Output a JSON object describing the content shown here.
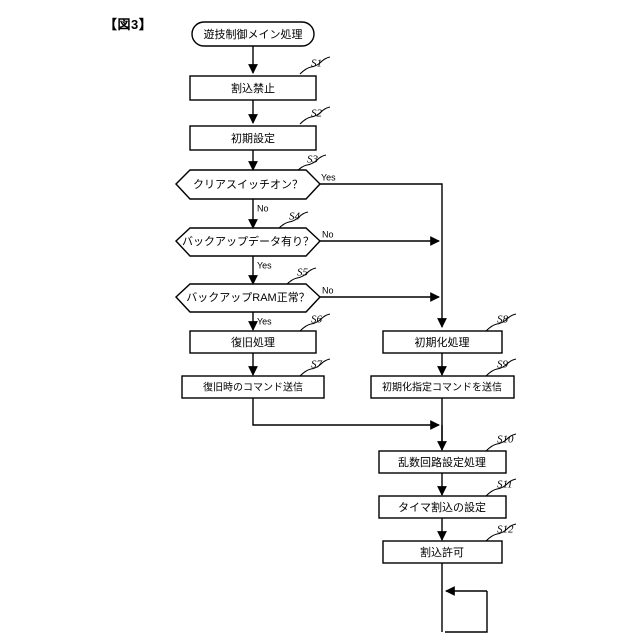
{
  "figure": {
    "label": "【図3】",
    "title_node": "遊技制御メイン処理"
  },
  "branch_labels": {
    "yes": "Yes",
    "no": "No"
  },
  "steps": [
    {
      "id": "S1",
      "tag": "S1",
      "text": "割込禁止",
      "shape": "process"
    },
    {
      "id": "S2",
      "tag": "S2",
      "text": "初期設定",
      "shape": "process"
    },
    {
      "id": "S3",
      "tag": "S3",
      "text": "クリアスイッチオン？",
      "shape": "decision"
    },
    {
      "id": "S4",
      "tag": "S4",
      "text": "バックアップデータ有り？",
      "shape": "decision"
    },
    {
      "id": "S5",
      "tag": "S5",
      "text": "バックアップRAM正常？",
      "shape": "decision"
    },
    {
      "id": "S6",
      "tag": "S6",
      "text": "復旧処理",
      "shape": "process"
    },
    {
      "id": "S7",
      "tag": "S7",
      "text": "復旧時のコマンド送信",
      "shape": "process"
    },
    {
      "id": "S8",
      "tag": "S8",
      "text": "初期化処理",
      "shape": "process"
    },
    {
      "id": "S9",
      "tag": "S9",
      "text": "初期化指定コマンドを送信",
      "shape": "process"
    },
    {
      "id": "S10",
      "tag": "S10",
      "text": "乱数回路設定処理",
      "shape": "process"
    },
    {
      "id": "S11",
      "tag": "S11",
      "text": "タイマ割込の設定",
      "shape": "process"
    },
    {
      "id": "S12",
      "tag": "S12",
      "text": "割込許可",
      "shape": "process"
    }
  ],
  "colors": {
    "stroke": "#000000",
    "fill": "#ffffff",
    "background": "#ffffff"
  }
}
